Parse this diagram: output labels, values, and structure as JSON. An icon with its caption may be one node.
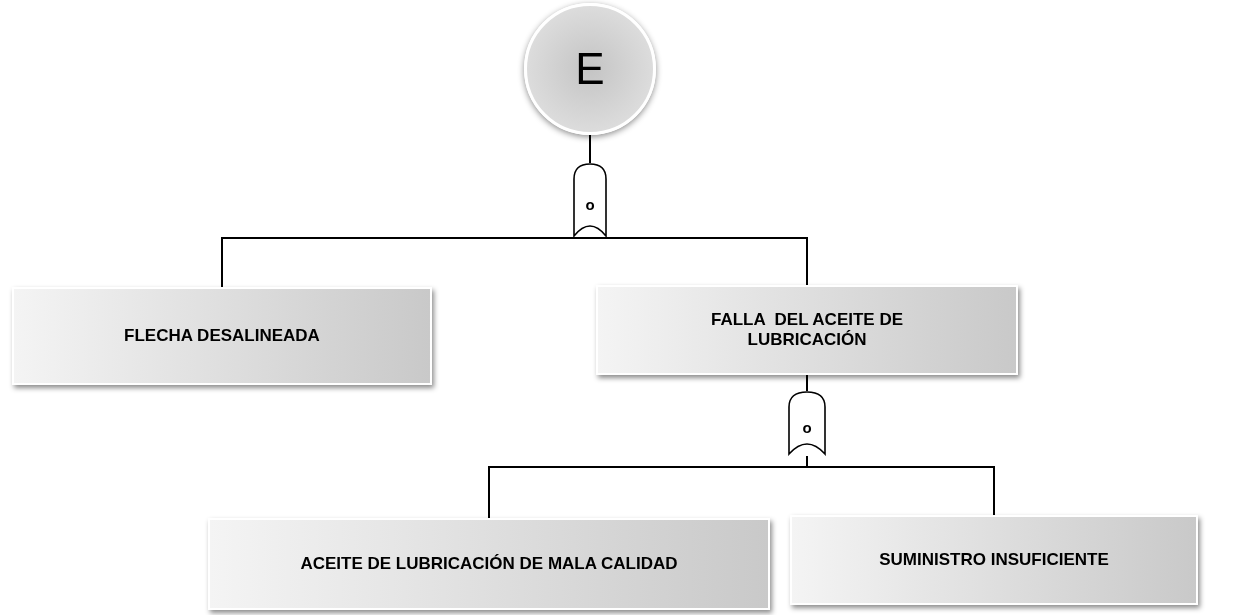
{
  "diagram": {
    "nodes": [
      {
        "text": [
          "E"
        ]
      },
      {
        "text": [
          "o"
        ]
      },
      {
        "text": [
          "FLECHA DESALINEADA"
        ]
      },
      {
        "text": [
          "FALLA  DEL ACEITE DE LUBRICACIÓN"
        ]
      },
      {
        "text": [
          "o"
        ]
      },
      {
        "text": [
          "ACEITE DE LUBRICACIÓN DE MALA CALIDAD"
        ]
      },
      {
        "text": [
          "SUMINISTRO INSUFICIENTE"
        ]
      }
    ],
    "edges": [
      {
        "from": 0,
        "to": 1,
        "arrow": "none"
      },
      {
        "from": 1,
        "to": 2,
        "arrow": "none"
      },
      {
        "from": 1,
        "to": 3,
        "arrow": "none"
      },
      {
        "from": 3,
        "to": 4,
        "arrow": "none"
      },
      {
        "from": 4,
        "to": 5,
        "arrow": "none"
      },
      {
        "from": 4,
        "to": 6,
        "arrow": "none"
      }
    ]
  }
}
